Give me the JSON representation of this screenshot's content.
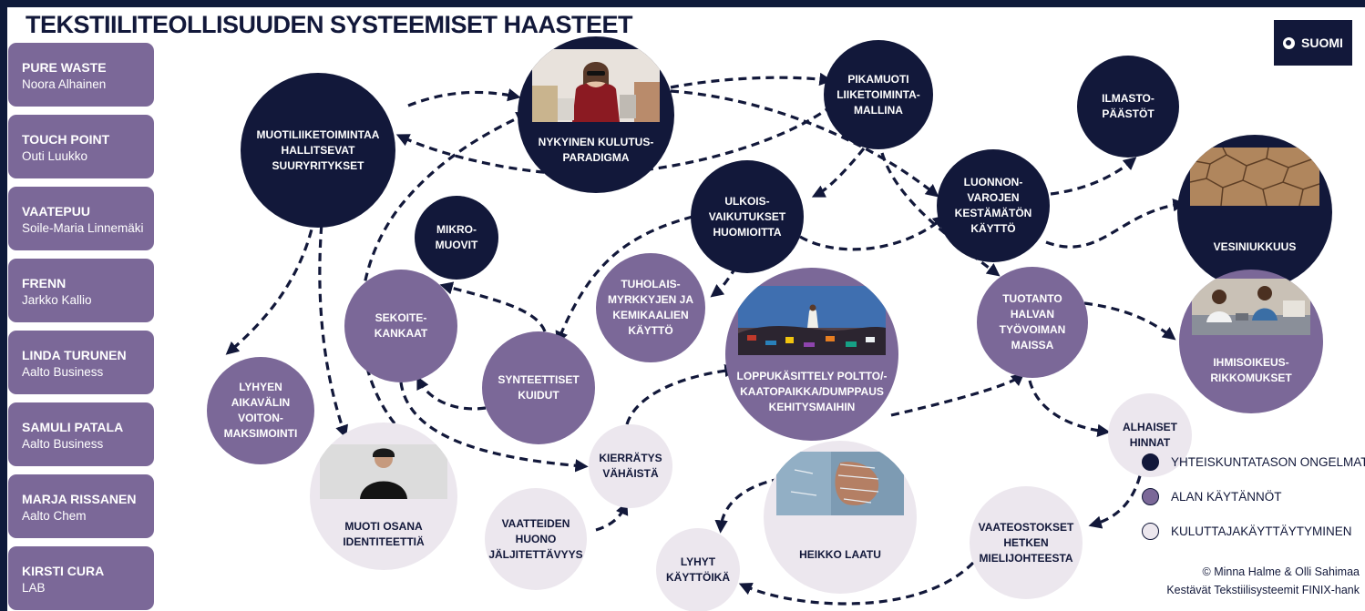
{
  "title": "TEKSTIILITEOLLISUUDEN SYSTEEMISET HAASTEET",
  "language_button": {
    "label": "SUOMI",
    "icon": "globe-icon"
  },
  "sidebar": {
    "items": [
      {
        "name": "PURE WASTE",
        "person": "Noora Alhainen"
      },
      {
        "name": "TOUCH POINT",
        "person": "Outi Luukko"
      },
      {
        "name": "VAATEPUU",
        "person": "Soile-Maria Linnemäki"
      },
      {
        "name": "FRENN",
        "person": "Jarkko Kallio"
      },
      {
        "name": "LINDA TURUNEN",
        "person": "Aalto Business"
      },
      {
        "name": "SAMULI PATALA",
        "person": "Aalto Business"
      },
      {
        "name": "MARJA RISSANEN",
        "person": "Aalto Chem"
      },
      {
        "name": "KIRSTI CURA",
        "person": "LAB"
      }
    ]
  },
  "nodes": {
    "suuryritykset": {
      "label": "MUOTILIIKETOIMINTAA\nHALLITSEVAT\nSUURYRITYKSET",
      "category": "society"
    },
    "kulutusparadigma": {
      "label": "NYKYINEN KULUTUS-\nPARADIGMA",
      "category": "society",
      "image": "shopping-woman-photo"
    },
    "pikamuoti": {
      "label": "PIKAMUOTI\nLIIKETOIMINTA-\nMALLINA",
      "category": "society"
    },
    "ilmastopaastot": {
      "label": "ILMASTO-\nPÄÄSTÖT",
      "category": "society"
    },
    "luonnonvarat": {
      "label": "LUONNON-\nVAROJEN\nKESTÄMÄTÖN\nKÄYTTÖ",
      "category": "society"
    },
    "ulkoisvaikutukset": {
      "label": "ULKOIS-\nVAIKUTUKSET\nHUOMIOITTA",
      "category": "society"
    },
    "mikromuovit": {
      "label": "MIKRO-\nMUOVIT",
      "category": "society"
    },
    "vesiniukkuus": {
      "label": "VESINIUKKUUS",
      "category": "society",
      "image": "dry-earth-photo"
    },
    "tuholaismyrkyt": {
      "label": "TUHOLAIS-\nMYRKKYJEN JA\nKEMIKAALIEN\nKÄYTTÖ",
      "category": "industry"
    },
    "sekoitekankaat": {
      "label": "SEKOITE-\nKANKAAT",
      "category": "industry"
    },
    "synteettiset": {
      "label": "SYNTEETTISET\nKUIDUT",
      "category": "industry"
    },
    "loppukasittely": {
      "label": "LOPPUKÄSITTELY POLTTO/-\nKAATOPAIKKA/DUMPPAUS\nKEHITYSMAIHIN",
      "category": "industry",
      "image": "textile-dump-photo"
    },
    "tuotanto": {
      "label": "TUOTANTO\nHALVAN\nTYÖVOIMAN\nMAISSA",
      "category": "industry"
    },
    "ihmisoikeus": {
      "label": "IHMISOIKEUS-\nRIKKOMUKSET",
      "category": "industry",
      "image": "garment-workers-photo"
    },
    "voitonmaksimointi": {
      "label": "LYHYEN\nAIKAVÄLIN\nVOITON-\nMAKSIMOINTI",
      "category": "industry"
    },
    "identiteetti": {
      "label": "MUOTI OSANA\nIDENTITEETTIÄ",
      "category": "consumer",
      "image": "young-man-photo"
    },
    "kierratys": {
      "label": "KIERRÄTYS\nVÄHÄISTÄ",
      "category": "consumer"
    },
    "jaljitettavyys": {
      "label": "VAATTEIDEN\nHUONO\nJÄLJITETTÄVYYS",
      "category": "consumer"
    },
    "heikkolaatu": {
      "label": "HEIKKO LAATU",
      "category": "consumer",
      "image": "ripped-jeans-photo"
    },
    "kayttoika": {
      "label": "LYHYT\nKÄYTTÖIKÄ",
      "category": "consumer"
    },
    "heratteet": {
      "label": "VAATEOSTOKSET\nHETKEN\nMIELIJOHTEESTA",
      "category": "consumer"
    },
    "halvathinnat": {
      "label": "ALHAISET\nHINNAT",
      "category": "consumer"
    }
  },
  "legend": [
    {
      "label": "YHTEISKUNTATASON ONGELMAT",
      "color": "#12183a"
    },
    {
      "label": "ALAN KÄYTÄNNÖT",
      "color": "#7b6898"
    },
    {
      "label": "KULUTTAJAKÄYTTÄYTYMINEN",
      "color": "#ece7ee"
    }
  ],
  "credit": {
    "line1": "© Minna Halme & Olli Sahimaa",
    "line2": "Kestävät Tekstiilisysteemit FINIX-hank"
  },
  "colors": {
    "dark": "#12183a",
    "mid": "#7b6898",
    "light": "#ece7ee",
    "background_frame": "#0e1a3a"
  }
}
